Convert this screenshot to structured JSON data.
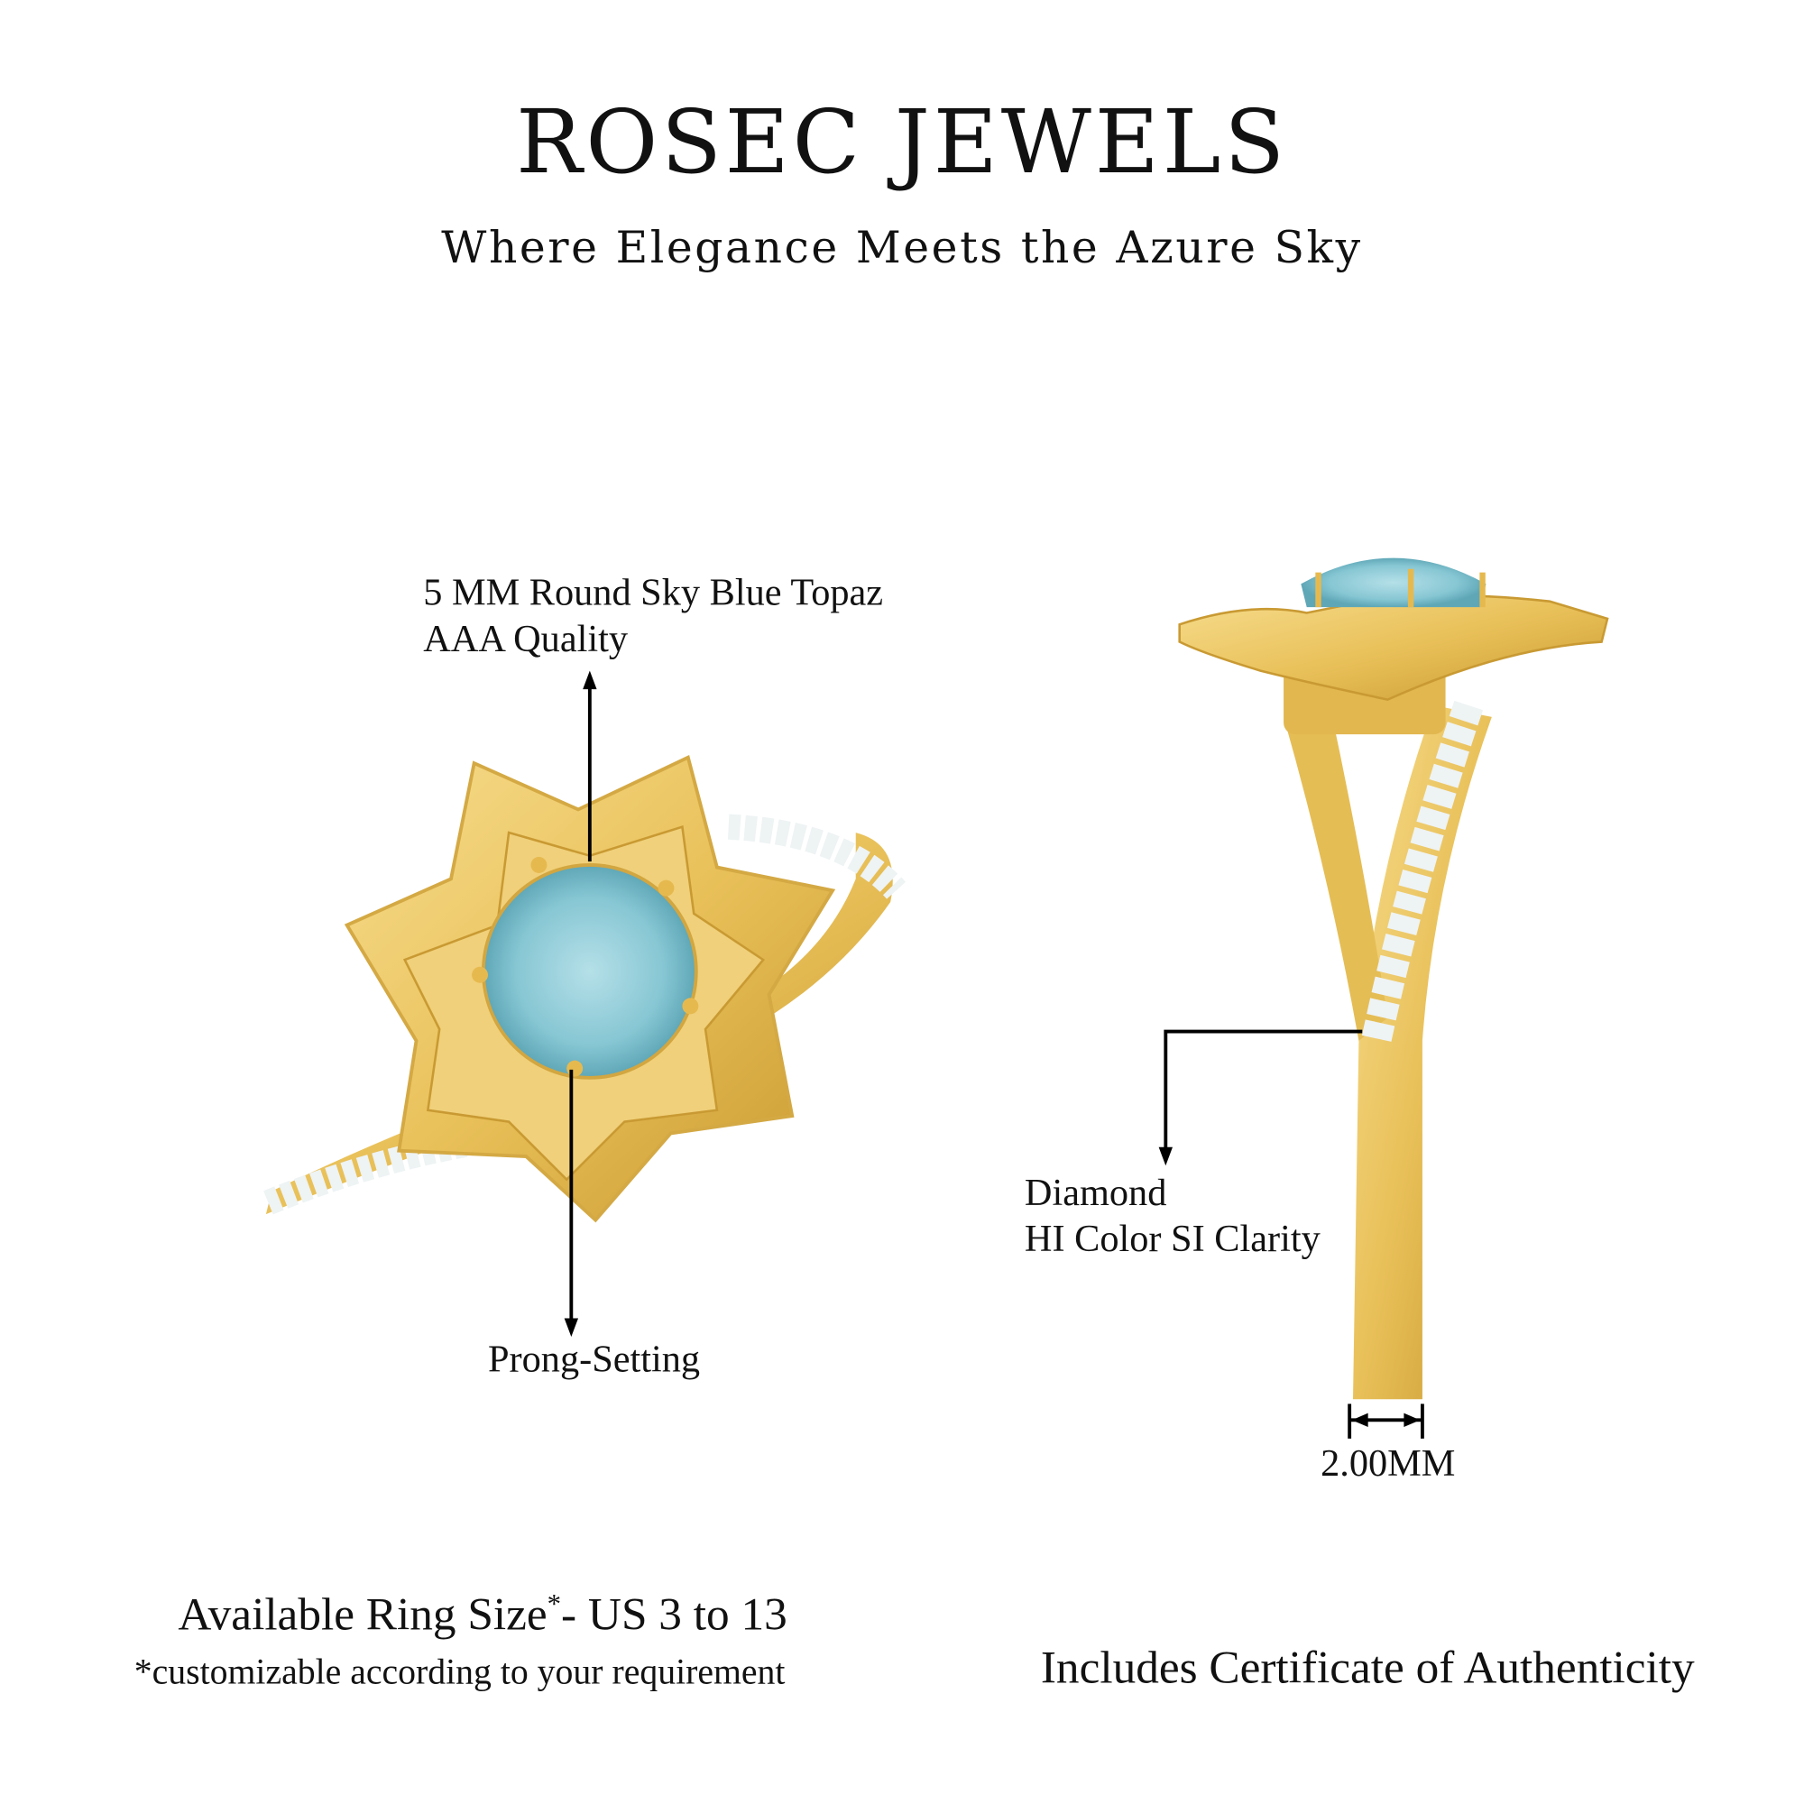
{
  "header": {
    "brand": "ROSEC JEWELS",
    "tagline": "Where Elegance Meets the Azure Sky"
  },
  "callouts": {
    "gemstone_line1": "5 MM Round  Sky Blue Topaz",
    "gemstone_line2": "AAA Quality",
    "setting": "Prong-Setting",
    "diamond_line1": "Diamond",
    "diamond_line2": "HI Color SI Clarity",
    "band_width": "2.00MM"
  },
  "footer": {
    "ring_size_label": "Available Ring Size",
    "ring_size_asterisk": "*",
    "ring_size_value": "- US 3 to 13",
    "customizable_note": "*customizable according to your requirement",
    "certificate": "Includes Certificate of Authenticity"
  },
  "colors": {
    "gold": "#EBC55E",
    "gold_dark": "#C99A33",
    "topaz": "#8FCBD6",
    "diamond": "#F2F7F8"
  }
}
